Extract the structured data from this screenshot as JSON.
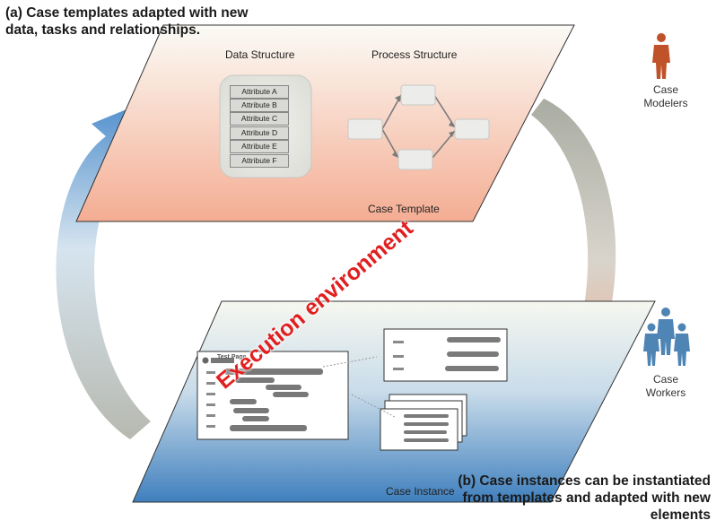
{
  "captions": {
    "template_adapted": "(a) Case templates adapted with new data, tasks and relationships.",
    "instances_adapted": "(b) Case instances can be instantiated from templates and adapted with new elements"
  },
  "template_plane": {
    "label": "Case Template",
    "data_structure_title": "Data Structure",
    "process_structure_title": "Process Structure",
    "attributes": [
      "Attribute A",
      "Attribute B",
      "Attribute C",
      "Attribute D",
      "Attribute E",
      "Attribute F"
    ]
  },
  "instance_plane": {
    "label": "Case Instance",
    "execution_label": "Execution environment",
    "form_title": "Test Page"
  },
  "roles": {
    "modelers": "Case Modelers",
    "workers": "Case Workers"
  },
  "colors": {
    "template_plane": "#f4b49a",
    "instance_plane": "#4a86c0",
    "arrow_blue": "#4f8fcc",
    "arrow_salmon": "#f0a68a",
    "modeler_figure": "#c0522a",
    "worker_figure": "#4f85b5",
    "execution_text": "#e02020"
  }
}
